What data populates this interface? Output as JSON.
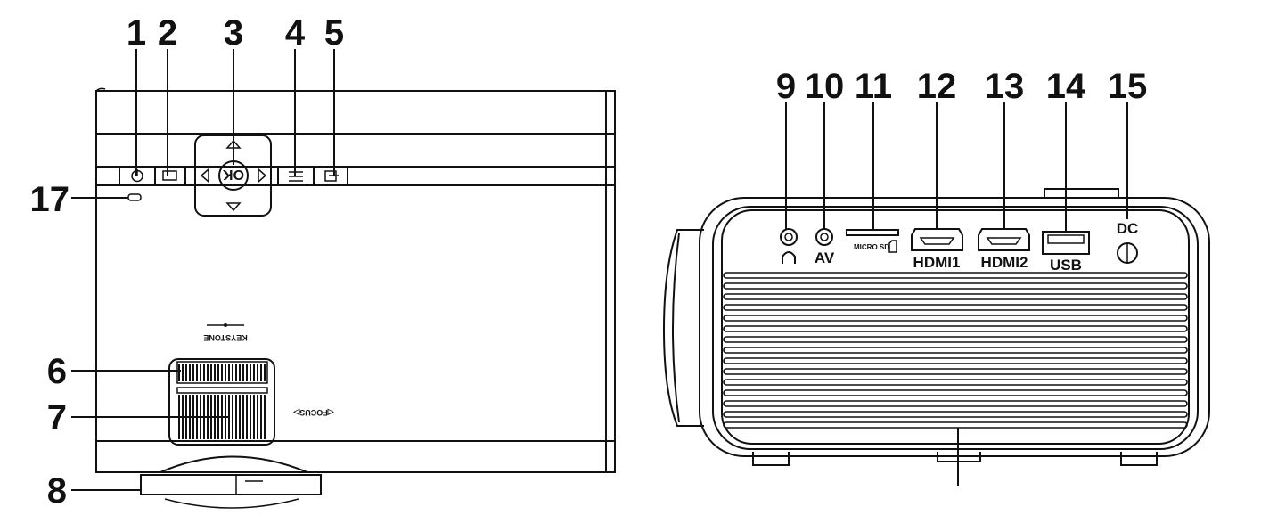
{
  "top_view": {
    "callouts": [
      "1",
      "2",
      "3",
      "4",
      "5",
      "6",
      "7",
      "8",
      "17"
    ],
    "ok_label": "OK",
    "keystone_label": "KEYSTONE",
    "focus_label": "◁FOCUS▷"
  },
  "rear_view": {
    "callouts": [
      "9",
      "10",
      "11",
      "12",
      "13",
      "14",
      "15"
    ],
    "port_labels": {
      "av": "AV",
      "micro_sd": "MICRO SD",
      "hdmi1": "HDMI1",
      "hdmi2": "HDMI2",
      "usb": "USB",
      "dc": "DC"
    }
  }
}
